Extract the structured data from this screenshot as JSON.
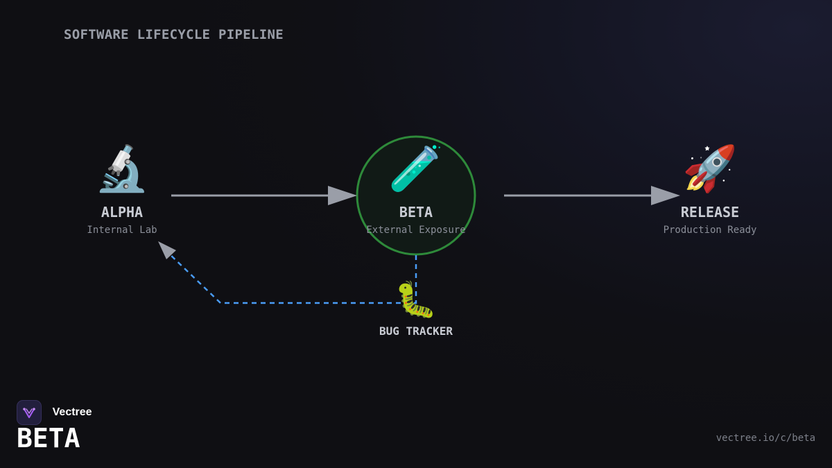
{
  "title": "SOFTWARE LIFECYCLE PIPELINE",
  "nodes": {
    "alpha": {
      "icon": "🔬",
      "icon_name": "microscope-icon",
      "name": "ALPHA",
      "sub": "Internal Lab"
    },
    "beta": {
      "icon": "🧪",
      "icon_name": "test-tube-icon",
      "name": "BETA",
      "sub": "External Exposure"
    },
    "release": {
      "icon": "🚀",
      "icon_name": "rocket-icon",
      "name": "RELEASE",
      "sub": "Production Ready"
    }
  },
  "bug_tracker": {
    "icon": "🐛",
    "icon_name": "bug-icon",
    "name": "BUG TRACKER"
  },
  "brand": {
    "name": "Vectree",
    "logo_icon": "vectree-logo-icon"
  },
  "badge": "BETA",
  "url": "vectree.io/c/beta",
  "colors": {
    "background": "#0f0f13",
    "arrow": "#9a9ea8",
    "feedback": "#4a9cf5",
    "highlight_ring": "#2e8a3a",
    "highlight_fill": "#111a16"
  }
}
